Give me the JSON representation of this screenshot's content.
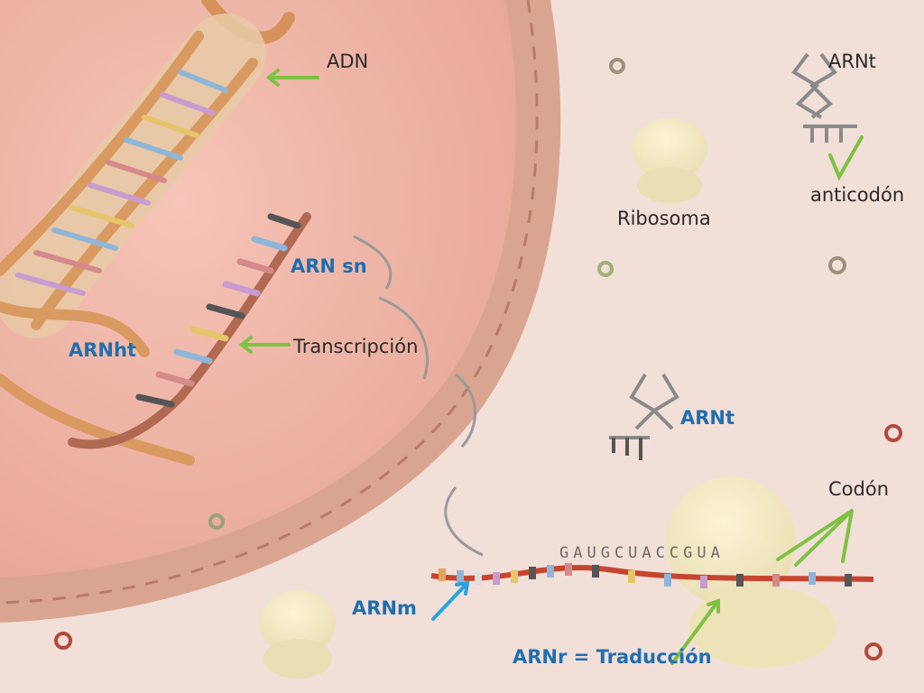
{
  "labels": {
    "adn": "ADN",
    "arnt_top": "ARNt",
    "anticodon": "anticodón",
    "ribosoma": "Ribosoma",
    "arn_sn": "ARN sn",
    "arnht": "ARNht",
    "transcripcion": "Transcripción",
    "arnt_mid": "ARNt",
    "codon": "Codón",
    "arnm": "ARNm",
    "arnr": "ARNr = Traducción"
  },
  "mrna_sequence": "GAUGCUACCGUA",
  "colors": {
    "label_blue": "#1f6fb0",
    "arrow_green": "#7dc242",
    "arrow_blue": "#29a3e0",
    "nucleus": "#efb6a8",
    "cytoplasm": "#f0dcd6",
    "membrane": "#c98a72"
  }
}
